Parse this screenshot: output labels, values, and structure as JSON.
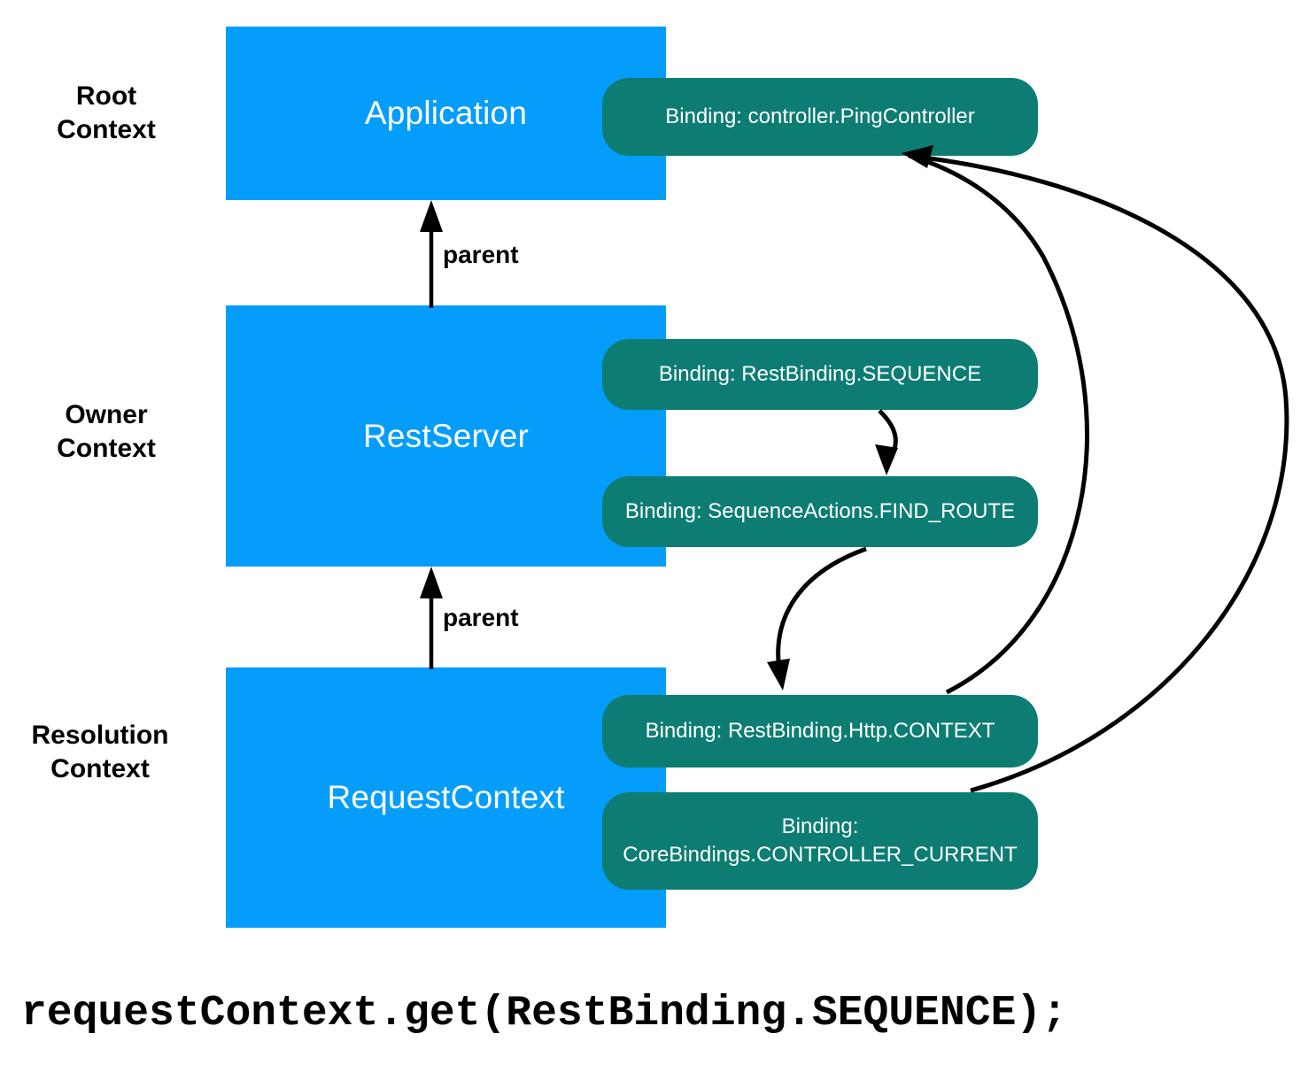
{
  "diagram": {
    "title_code": "requestContext.get(RestBinding.SEQUENCE);",
    "colors": {
      "context_box": "#059dfc",
      "binding_box": "#0d7d73",
      "arrow": "#000000",
      "text_on_box": "#ffffff",
      "label": "#000000"
    },
    "context_labels": [
      {
        "text": "Root\nContext"
      },
      {
        "text": "Owner\nContext"
      },
      {
        "text": "Resolution\nContext"
      }
    ],
    "contexts": [
      {
        "name": "Application"
      },
      {
        "name": "RestServer"
      },
      {
        "name": "RequestContext"
      }
    ],
    "bindings": [
      {
        "text": "Binding: controller.PingController"
      },
      {
        "text": "Binding: RestBinding.SEQUENCE"
      },
      {
        "text": "Binding: SequenceActions.FIND_ROUTE"
      },
      {
        "text": "Binding: RestBinding.Http.CONTEXT"
      },
      {
        "text": "Binding:\nCoreBindings.CONTROLLER_CURRENT"
      }
    ],
    "edges": [
      {
        "label": "parent"
      },
      {
        "label": "parent"
      }
    ]
  }
}
